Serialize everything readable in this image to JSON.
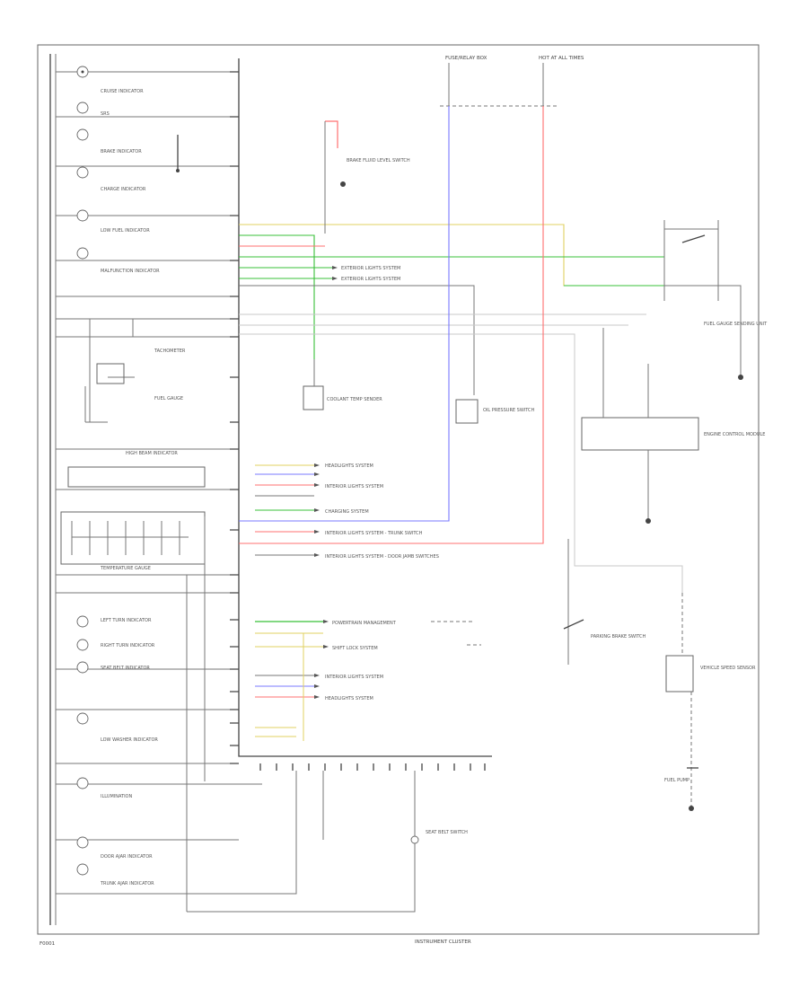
{
  "header": {
    "fuse_label_left": "FUSE/RELAY BOX",
    "fuse_label_right": "HOT AT ALL TIMES"
  },
  "footer": {
    "cluster_label": "INSTRUMENT CLUSTER",
    "corner_tag": "F0001"
  },
  "left_panel": {
    "items": [
      "CRUISE INDICATOR",
      "SRS",
      "BRAKE INDICATOR",
      "CHARGE INDICATOR",
      "LOW FUEL INDICATOR",
      "MALFUNCTION INDICATOR",
      "TACHOMETER",
      "FUEL GAUGE",
      "HIGH BEAM INDICATOR",
      "TEMPERATURE GAUGE",
      "LEFT TURN INDICATOR",
      "RIGHT TURN INDICATOR",
      "SEAT BELT INDICATOR",
      "LOW WASHER INDICATOR",
      "ILLUMINATION",
      "DOOR AJAR INDICATOR",
      "TRUNK AJAR INDICATOR"
    ]
  },
  "right_labels": {
    "l1": "EXTERIOR LIGHTS SYSTEM",
    "l2": "EXTERIOR LIGHTS SYSTEM",
    "l3": "HEADLIGHTS SYSTEM",
    "l4": "INTERIOR LIGHTS SYSTEM",
    "l5": "CHARGING SYSTEM",
    "l6": "INTERIOR LIGHTS SYSTEM - TRUNK SWITCH",
    "l7": "INTERIOR LIGHTS SYSTEM - DOOR JAMB SWITCHES",
    "l8": "POWERTRAIN MANAGEMENT",
    "l9": "SHIFT LOCK SYSTEM",
    "l10": "INTERIOR LIGHTS SYSTEM",
    "l11": "HEADLIGHTS SYSTEM"
  },
  "components": {
    "c1": "BRAKE FLUID LEVEL SWITCH",
    "c2": "COOLANT TEMP SENDER",
    "c3": "OIL PRESSURE SWITCH",
    "c4": "FUEL GAUGE SENDING UNIT",
    "c5": "PARKING BRAKE SWITCH",
    "c6": "VEHICLE SPEED SENSOR",
    "c7": "ENGINE CONTROL MODULE",
    "c8": "SEAT BELT SWITCH",
    "c9": "FUEL PUMP"
  },
  "colors": {
    "wire_red": "#ff7070",
    "wire_blue": "#7878ff",
    "wire_green": "#38c038",
    "wire_yellow": "#e0d060",
    "wire_lightgray": "#c8c8c8"
  }
}
